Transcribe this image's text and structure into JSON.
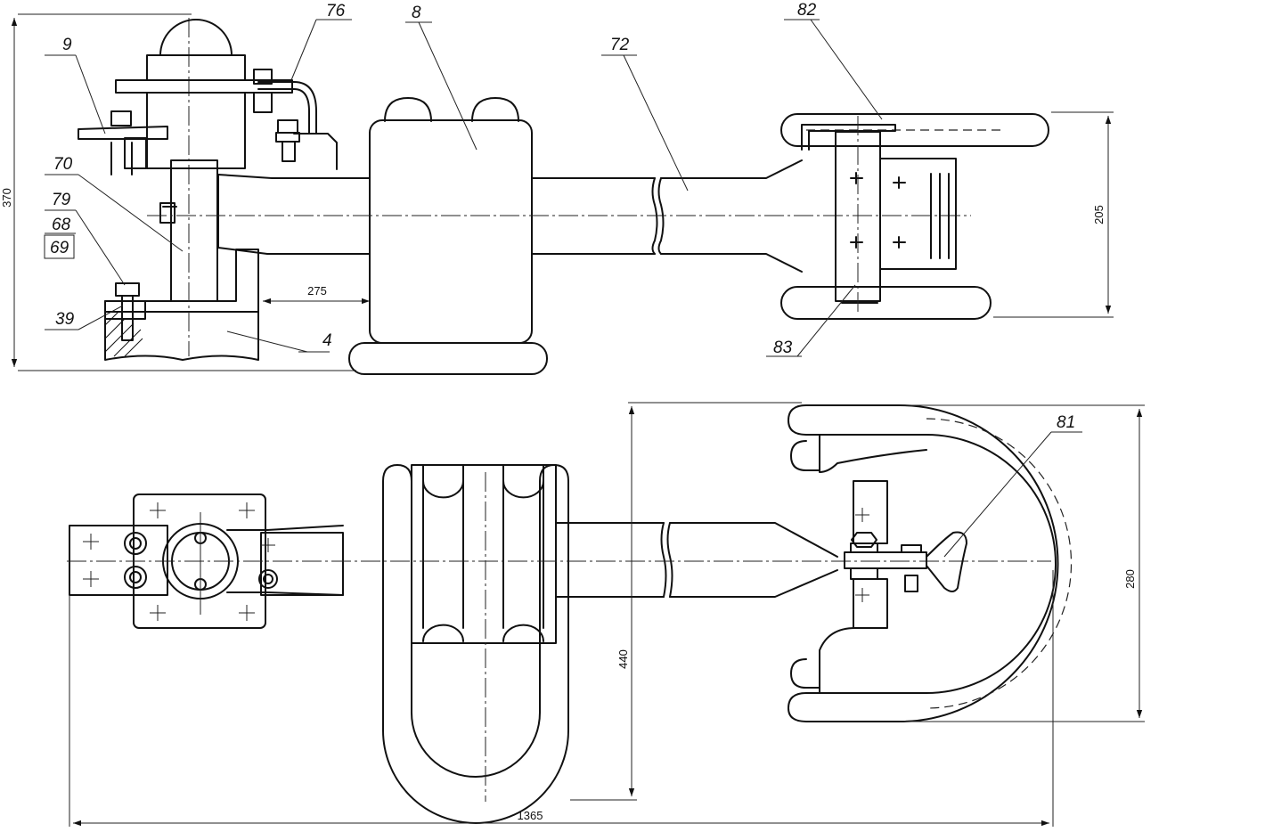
{
  "colors": {
    "ink": "#111111",
    "paper": "#ffffff"
  },
  "top_view": {
    "labels": {
      "l9": "9",
      "l76": "76",
      "l8": "8",
      "l72": "72",
      "l82": "82",
      "l70": "70",
      "l79": "79",
      "l68": "68",
      "l69": "69",
      "l39": "39",
      "l4": "4",
      "l83": "83"
    },
    "dims": {
      "d370": "370",
      "d275": "275",
      "d205": "205"
    }
  },
  "bottom_view": {
    "labels": {
      "l81": "81"
    },
    "dims": {
      "d440": "440",
      "d280": "280",
      "d1365": "1365"
    }
  }
}
